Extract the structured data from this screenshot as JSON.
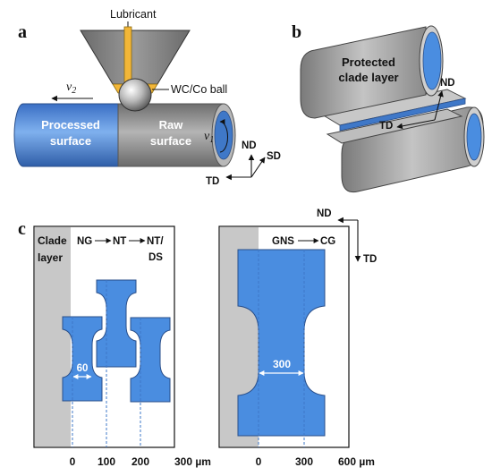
{
  "panel_a": {
    "letter": "a",
    "lubricant": "Lubricant",
    "ball": "WC/Co ball",
    "velocity_2": "v",
    "velocity_2_sub": "2",
    "velocity_1": "v",
    "velocity_1_sub": "1",
    "processed_line1": "Processed",
    "processed_line2": "surface",
    "raw_line1": "Raw",
    "raw_line2": "surface",
    "axis_nd": "ND",
    "axis_sd": "SD",
    "axis_td": "TD"
  },
  "panel_b": {
    "letter": "b",
    "protected_line1": "Protected",
    "protected_line2": "clade layer",
    "axis_nd": "ND",
    "axis_td": "TD"
  },
  "panel_c": {
    "letter": "c",
    "clade_line1": "Clade",
    "clade_line2": "layer",
    "sequence_left": {
      "s1": "NG",
      "s2": "NT",
      "s3": "NT/",
      "s4": "DS"
    },
    "sequence_right": {
      "s1": "GNS",
      "s2": "CG"
    },
    "width_left": "60",
    "width_right": "300",
    "ticks_left": [
      "0",
      "100",
      "200",
      "300 µm"
    ],
    "ticks_right": [
      "0",
      "300",
      "600 µm"
    ],
    "axis_nd": "ND",
    "axis_td": "TD"
  },
  "colors": {
    "processed_blue": "#3f78c8",
    "specimen_blue": "#4a8de0",
    "raw_gray": "#8c8c8c",
    "lubricant_gold": "#f2b638",
    "clade_gray": "#c8c8c8"
  }
}
